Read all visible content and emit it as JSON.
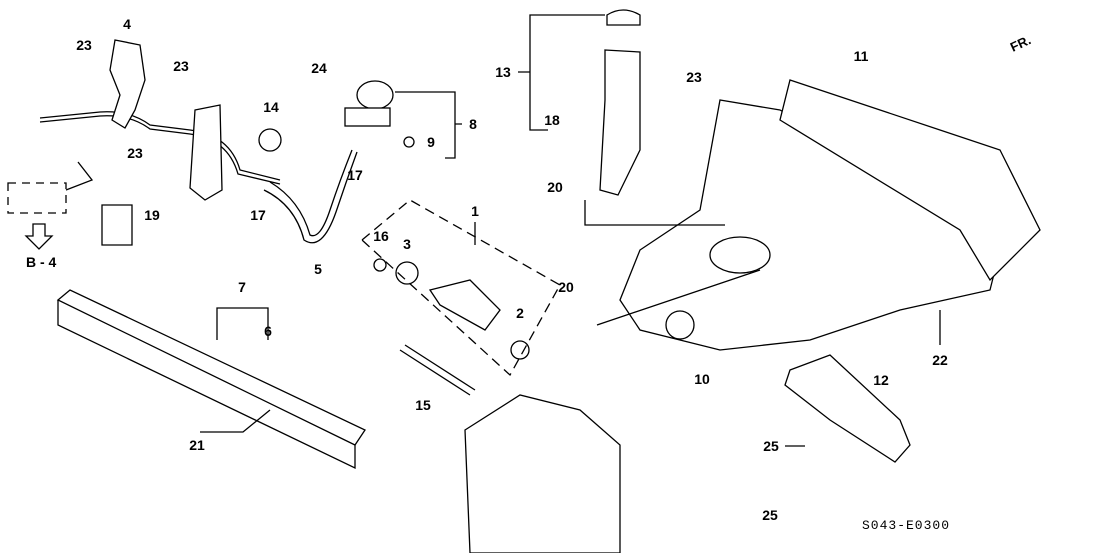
{
  "diagram": {
    "code": "S043-E0300",
    "direction_label": "FR.",
    "reference_label": "B - 4",
    "callouts": [
      {
        "n": "4"
      },
      {
        "n": "23"
      },
      {
        "n": "23"
      },
      {
        "n": "24"
      },
      {
        "n": "14"
      },
      {
        "n": "8"
      },
      {
        "n": "9"
      },
      {
        "n": "23"
      },
      {
        "n": "17"
      },
      {
        "n": "17"
      },
      {
        "n": "19"
      },
      {
        "n": "5"
      },
      {
        "n": "1"
      },
      {
        "n": "16"
      },
      {
        "n": "3"
      },
      {
        "n": "2"
      },
      {
        "n": "7"
      },
      {
        "n": "6"
      },
      {
        "n": "15"
      },
      {
        "n": "21"
      },
      {
        "n": "13"
      },
      {
        "n": "18"
      },
      {
        "n": "23"
      },
      {
        "n": "20"
      },
      {
        "n": "20"
      },
      {
        "n": "11"
      },
      {
        "n": "10"
      },
      {
        "n": "12"
      },
      {
        "n": "22"
      },
      {
        "n": "25"
      },
      {
        "n": "25"
      }
    ]
  }
}
